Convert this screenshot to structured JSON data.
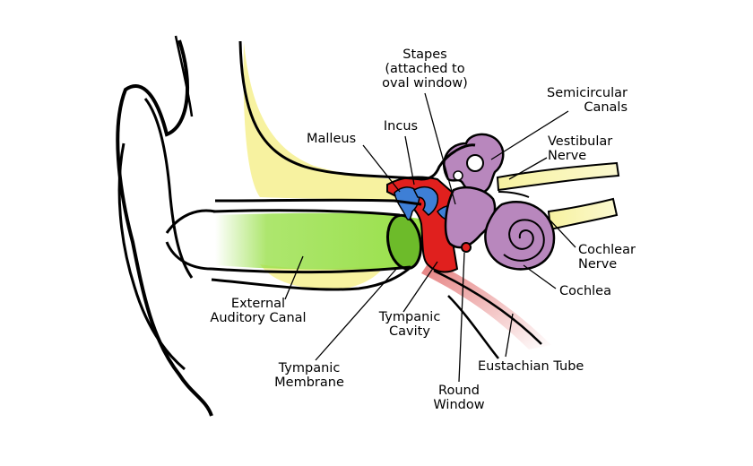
{
  "diagram": {
    "labels": {
      "stapes": "Stapes\n(attached to\noval window)",
      "malleus": "Malleus",
      "incus": "Incus",
      "semicircular_canals": "Semicircular\nCanals",
      "vestibular_nerve": "Vestibular\nNerve",
      "cochlear_nerve": "Cochlear\nNerve",
      "cochlea": "Cochlea",
      "external_auditory_canal": "External\nAuditory Canal",
      "tympanic_cavity": "Tympanic\nCavity",
      "tympanic_membrane": "Tympanic\nMembrane",
      "eustachian_tube": "Eustachian Tube",
      "round_window": "Round\nWindow"
    },
    "colors": {
      "outline": "#000000",
      "skull_bone": "#f7f2a0",
      "ear_canal": "#99e04a",
      "tympanic_membrane": "#6dbb2a",
      "tympanic_cavity": "#e0201e",
      "ossicles": "#3e7fd6",
      "inner_ear": "#b887bd",
      "eustachian_tube": "#e57d7d"
    }
  }
}
